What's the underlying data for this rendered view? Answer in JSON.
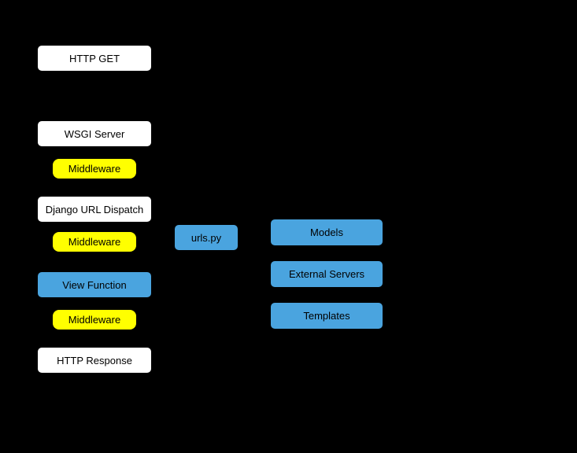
{
  "diagram": {
    "background_color": "#000000",
    "colors": {
      "white_box": "#ffffff",
      "yellow_box": "#ffff00",
      "blue_box": "#4aa4df",
      "text": "#000000"
    },
    "flow": {
      "http_get": "HTTP GET",
      "wsgi_server": "WSGI Server",
      "middleware_1": "Middleware",
      "django_url_dispatch": "Django URL Dispatch",
      "middleware_2": "Middleware",
      "view_function": "View Function",
      "middleware_3": "Middleware",
      "http_response": "HTTP Response"
    },
    "middle": {
      "urls_py": "urls.py"
    },
    "right": {
      "models": "Models",
      "external_servers": "External Servers",
      "templates": "Templates"
    }
  }
}
